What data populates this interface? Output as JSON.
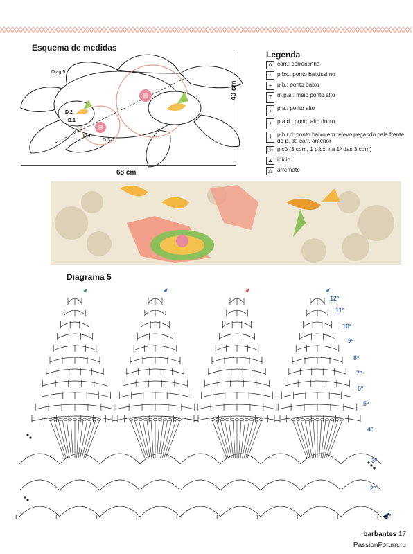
{
  "schema": {
    "title": "Esquema de medidas",
    "width_label": "68 cm",
    "height_label": "40 cm",
    "labels": [
      "Diag.5",
      "D.2",
      "D.1",
      "D.4",
      "D.3"
    ]
  },
  "legend": {
    "title": "Legenda",
    "items": [
      {
        "symbol": "o",
        "text": "corr.: correntinha"
      },
      {
        "symbol": "•",
        "text": "p.bx.: ponto baixíssimo"
      },
      {
        "symbol": "+",
        "text": "p.b.: ponto baixo"
      },
      {
        "symbol": "T",
        "text": "m.p.a.: meio ponto alto"
      },
      {
        "symbol": "ŧ",
        "text": "p.a.: ponto alto"
      },
      {
        "symbol": "ŧ",
        "text": "p.a.d.: ponto alto duplo"
      },
      {
        "symbol": "ʇ",
        "text": "p.b.r.d: ponto baixo em relevo pegando pela frente do p. da carr. anterior"
      },
      {
        "symbol": "ⓞ",
        "text": "picô (3 corr., 1 p.bx. na 1ª das 3 corr.)"
      },
      {
        "symbol": "▲",
        "text": "início"
      },
      {
        "symbol": "△",
        "text": "arremate"
      }
    ]
  },
  "diagram": {
    "title": "Diagrama 5",
    "row_labels": [
      "12º",
      "11º",
      "10º",
      "9º",
      "8º",
      "7º",
      "6º",
      "5º",
      "4º",
      "3º",
      "2º",
      "1º"
    ]
  },
  "footer": {
    "brand": "barbantes",
    "page": "17",
    "watermark": "PassionForum.ru"
  },
  "colors": {
    "accent": "#f0a890",
    "row_label": "#3d6cb7"
  }
}
